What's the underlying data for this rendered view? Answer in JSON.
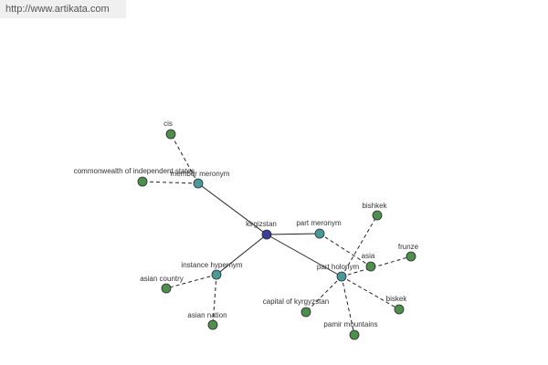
{
  "watermark": "http://www.artikata.com",
  "colors": {
    "center": "#3a3f9a",
    "relation": "#4a9a9a",
    "leaf": "#4e8f4e"
  },
  "nodes": {
    "kirgizstan": "kirgizstan",
    "member_meronym": "member meronym",
    "part_meronym": "part meronym",
    "instance_hypernym": "instance hypernym",
    "part_holonym": "part holonym",
    "cis": "cis",
    "commonwealth": "commonwealth of independent states",
    "asian_country": "asian country",
    "asian_nation": "asian nation",
    "bishkek_top": "bishkek",
    "asia": "asia",
    "frunze": "frunze",
    "biskek": "biskek",
    "capital": "capital of kyrgyzstan",
    "pamir": "pamir mountains"
  }
}
